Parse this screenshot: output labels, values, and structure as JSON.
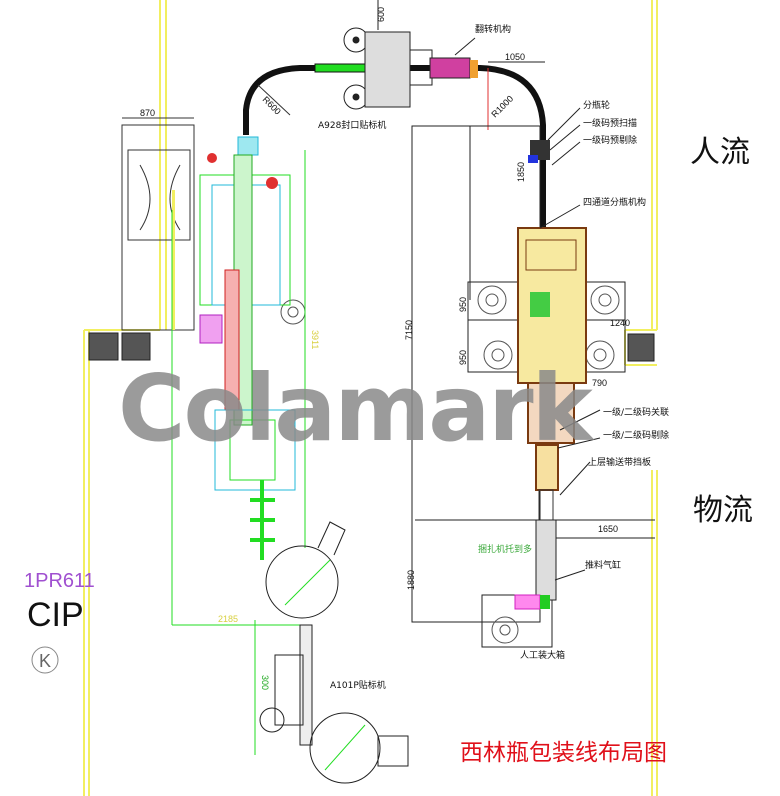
{
  "title": "西林瓶包装线布局图",
  "watermark": "Colamark",
  "zones": {
    "people_flow": "人流",
    "material_flow": "物流"
  },
  "room": {
    "code": "1PR611",
    "type": "CIP",
    "symbol": "K"
  },
  "machines": {
    "sealing_labeler": "A928封口贴标机",
    "labeler": "A101P贴标机",
    "flip": "翻转机构",
    "split_wheel": "分瓶轮",
    "pre_scan": "一级码预扫描",
    "pre_reject": "一级码预剔除",
    "four_channel": "四通道分瓶机构",
    "link_code": "一级/二级码关联",
    "reject_code": "一级/二级码剔除",
    "upper_guard": "上层输送带挡板",
    "bundle": "捆扎机托到多",
    "push_cylinder": "推料气缸",
    "manual_box": "人工装大箱"
  },
  "dimensions": {
    "d600": "600",
    "r600": "R600",
    "d870": "870",
    "d1050": "1050",
    "r1000": "R1000",
    "d1850": "1850",
    "d950a": "950",
    "d950b": "950",
    "d7150": "7150",
    "d1240": "1240",
    "d790": "790",
    "d1650": "1650",
    "d1880": "1880",
    "d2185": "2185",
    "d3911": "3911",
    "d300": "300"
  },
  "colors": {
    "title": "#e0101a",
    "room_code": "#a050d0",
    "yellow": "#f2ef60",
    "green": "#22dd22",
    "cyan": "#22b8d8",
    "watermark": "#8a8a8a"
  }
}
